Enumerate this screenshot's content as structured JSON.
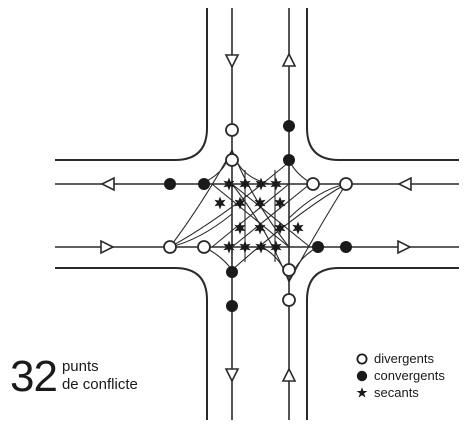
{
  "diagram": {
    "stroke_color": "#2a2a2a",
    "divergent_fill": "#ffffff",
    "convergent_fill": "#1a1a1a",
    "secant_fill": "#1a1a1a"
  },
  "conflict_count": {
    "number": "32",
    "label_line1": "punts",
    "label_line2": "de conflicte"
  },
  "legend": {
    "items": [
      {
        "label": "divergents",
        "marker": "open-circle"
      },
      {
        "label": "convergents",
        "marker": "filled-circle"
      },
      {
        "label": "secants",
        "marker": "star"
      }
    ]
  }
}
